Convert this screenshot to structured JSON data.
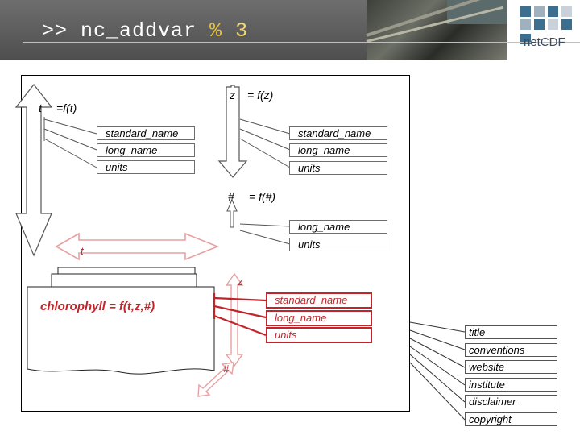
{
  "header": {
    "title_prefix": ">> nc_addvar ",
    "title_pct": "%",
    "title_num": " 3",
    "logo_text": "netCDF",
    "logo_colors": [
      "#3c6e8f",
      "#9fb0bf",
      "#3c6e8f",
      "#c9d2da",
      "#9fb0bf",
      "#3c6e8f",
      "#c9d2da",
      "#3c6e8f",
      "#9fb0bf",
      "#3c6e8f",
      "#c9d2da",
      "#9fb0bf"
    ]
  },
  "dims": {
    "t": {
      "name": "t",
      "eq": "=f(t)"
    },
    "z": {
      "name": "z",
      "eq": "= f(z)"
    },
    "hash": {
      "name": "#",
      "eq": "= f(#)"
    }
  },
  "t_attrs": [
    "standard_name",
    "long_name",
    "units"
  ],
  "z_attrs": [
    "standard_name",
    "long_name",
    "units"
  ],
  "hash_attrs": [
    "long_name",
    "units"
  ],
  "variable": {
    "name": "chlorophyll = f(t,z,#)",
    "dim_t": "t",
    "dim_z": "z",
    "dim_hash": "#",
    "attrs": [
      "standard_name",
      "long_name",
      "units"
    ]
  },
  "global_attrs": [
    "title",
    "conventions",
    "website",
    "institute",
    "disclaimer",
    "copyright"
  ],
  "colors": {
    "red": "#c0252b",
    "arrow_fill": "#ffffff",
    "arrow_stroke": "#555555"
  }
}
